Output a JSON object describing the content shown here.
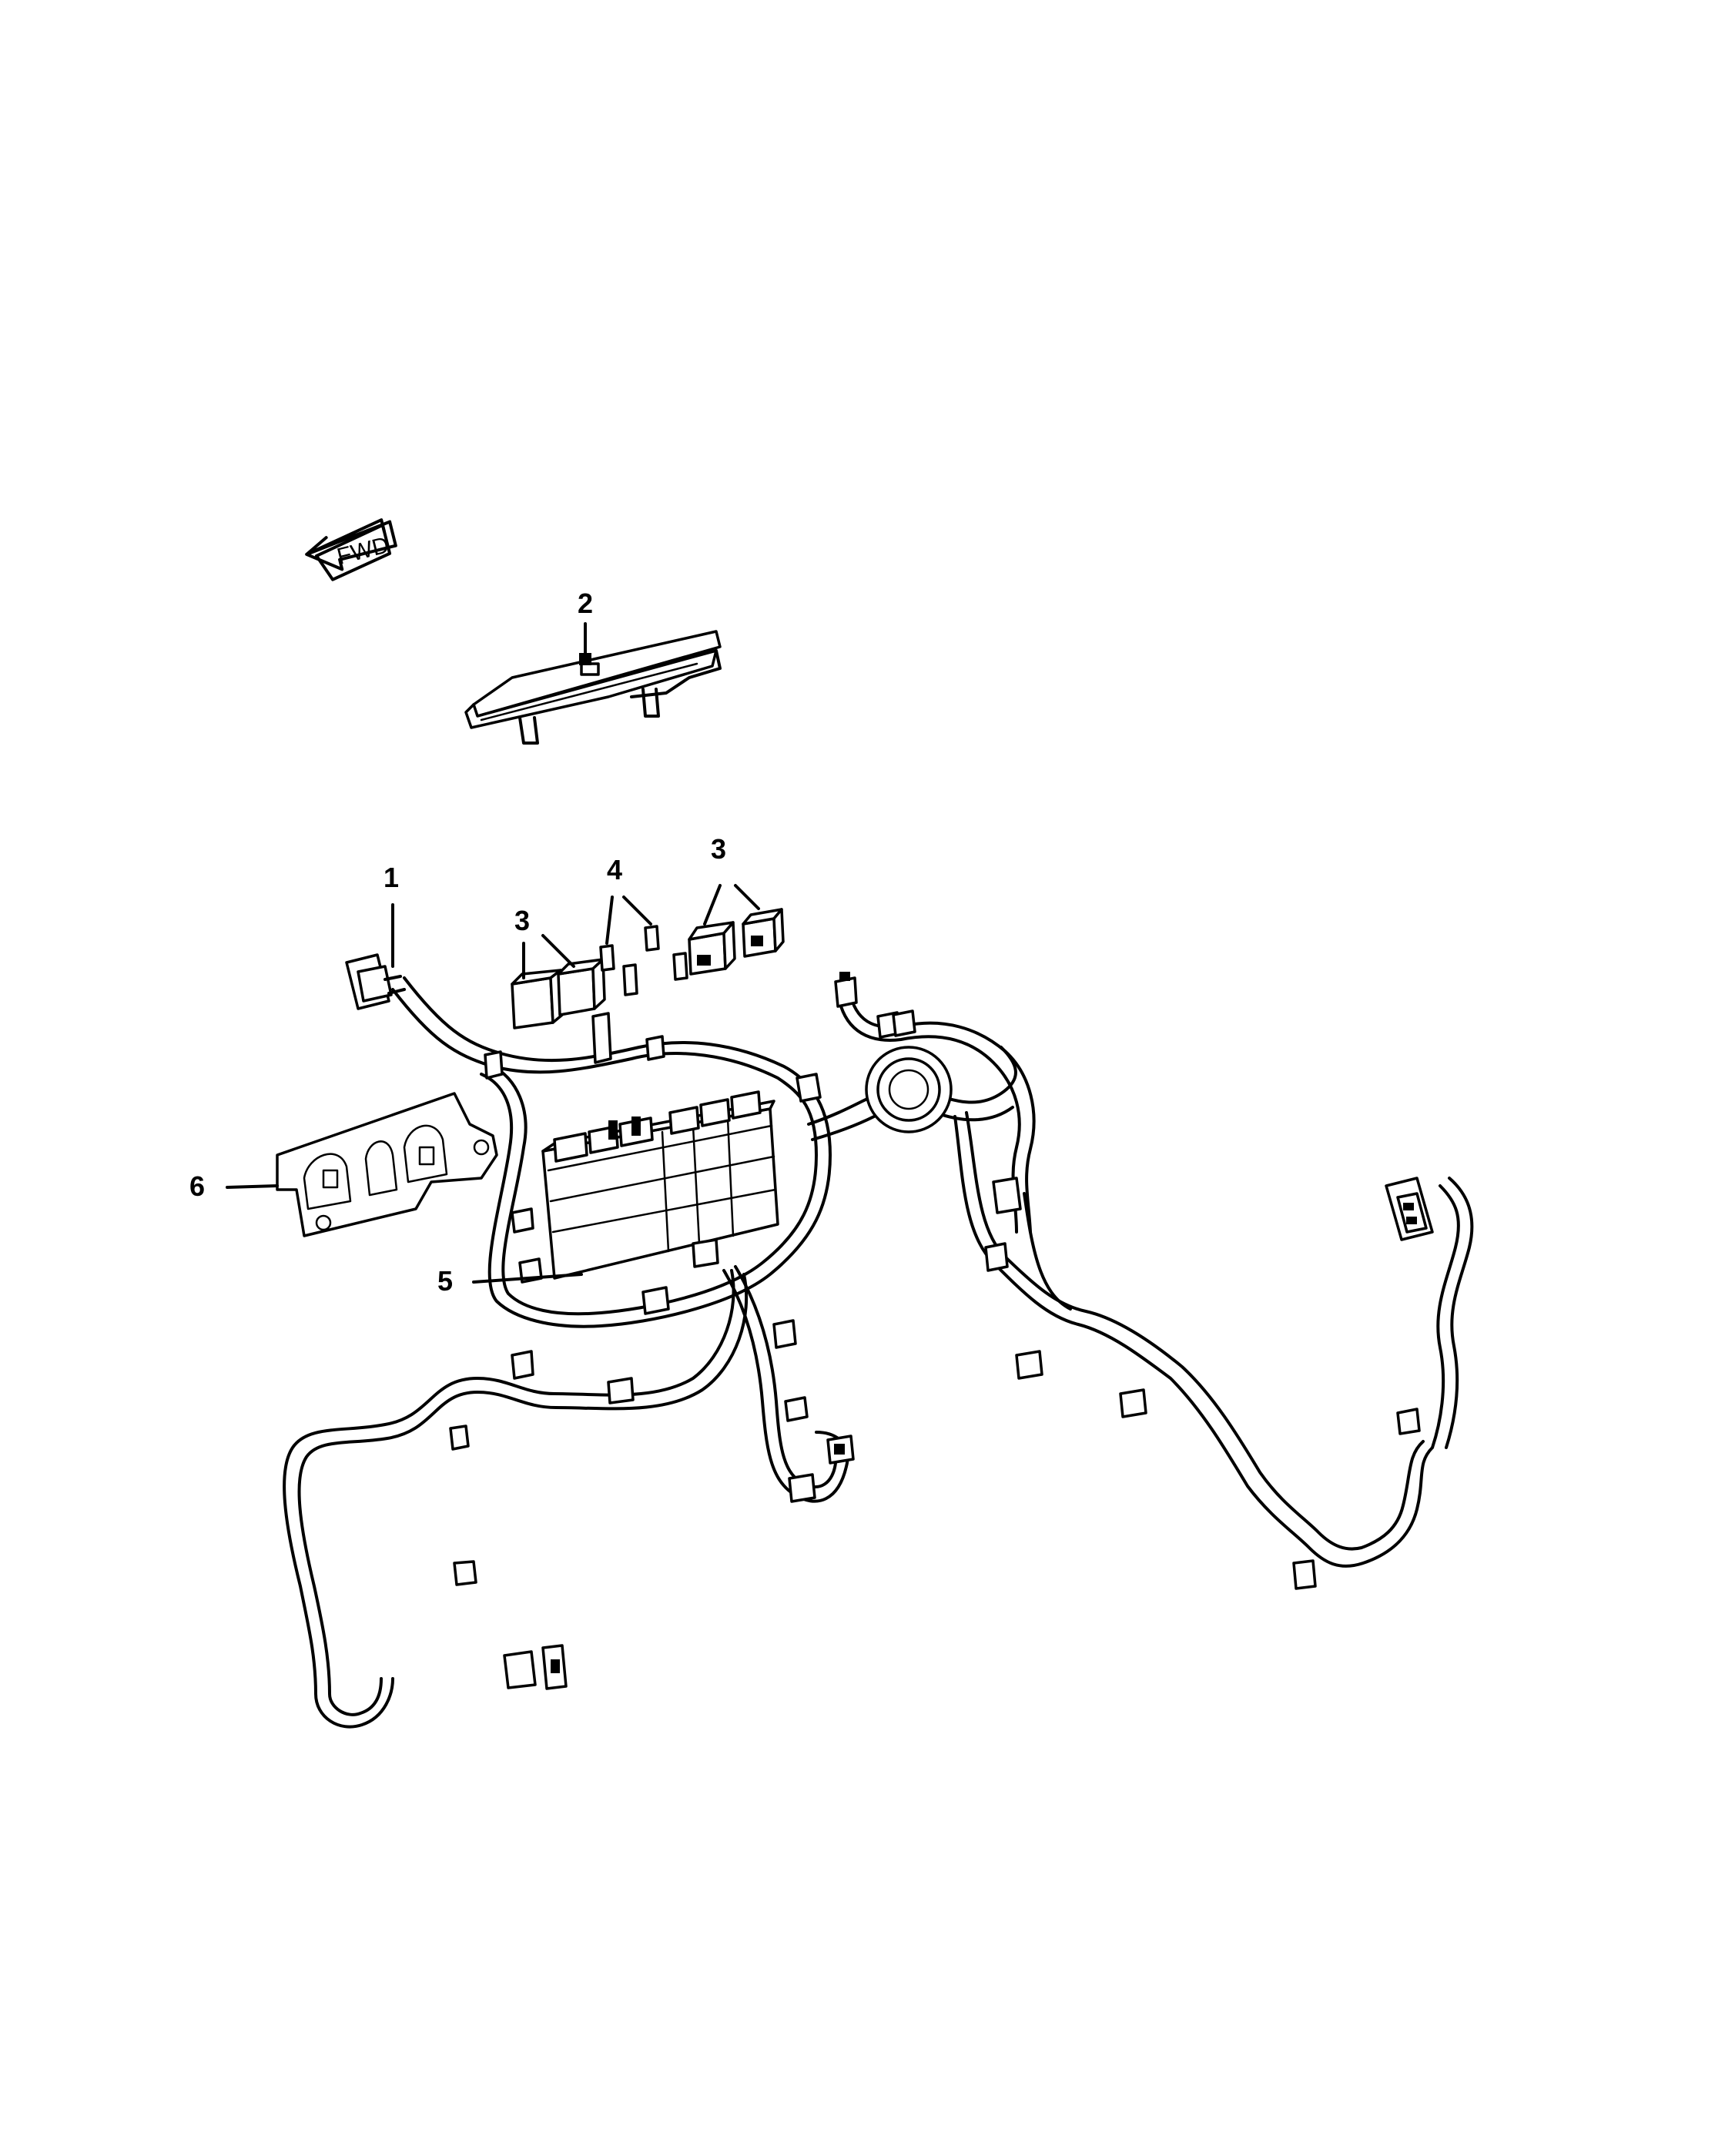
{
  "orientation": {
    "arrow_label": "FWD"
  },
  "callouts": [
    {
      "id": "1",
      "label": "1"
    },
    {
      "id": "2",
      "label": "2"
    },
    {
      "id": "3a",
      "label": "3"
    },
    {
      "id": "3b",
      "label": "3"
    },
    {
      "id": "4",
      "label": "4"
    },
    {
      "id": "5",
      "label": "5"
    },
    {
      "id": "6",
      "label": "6"
    }
  ]
}
